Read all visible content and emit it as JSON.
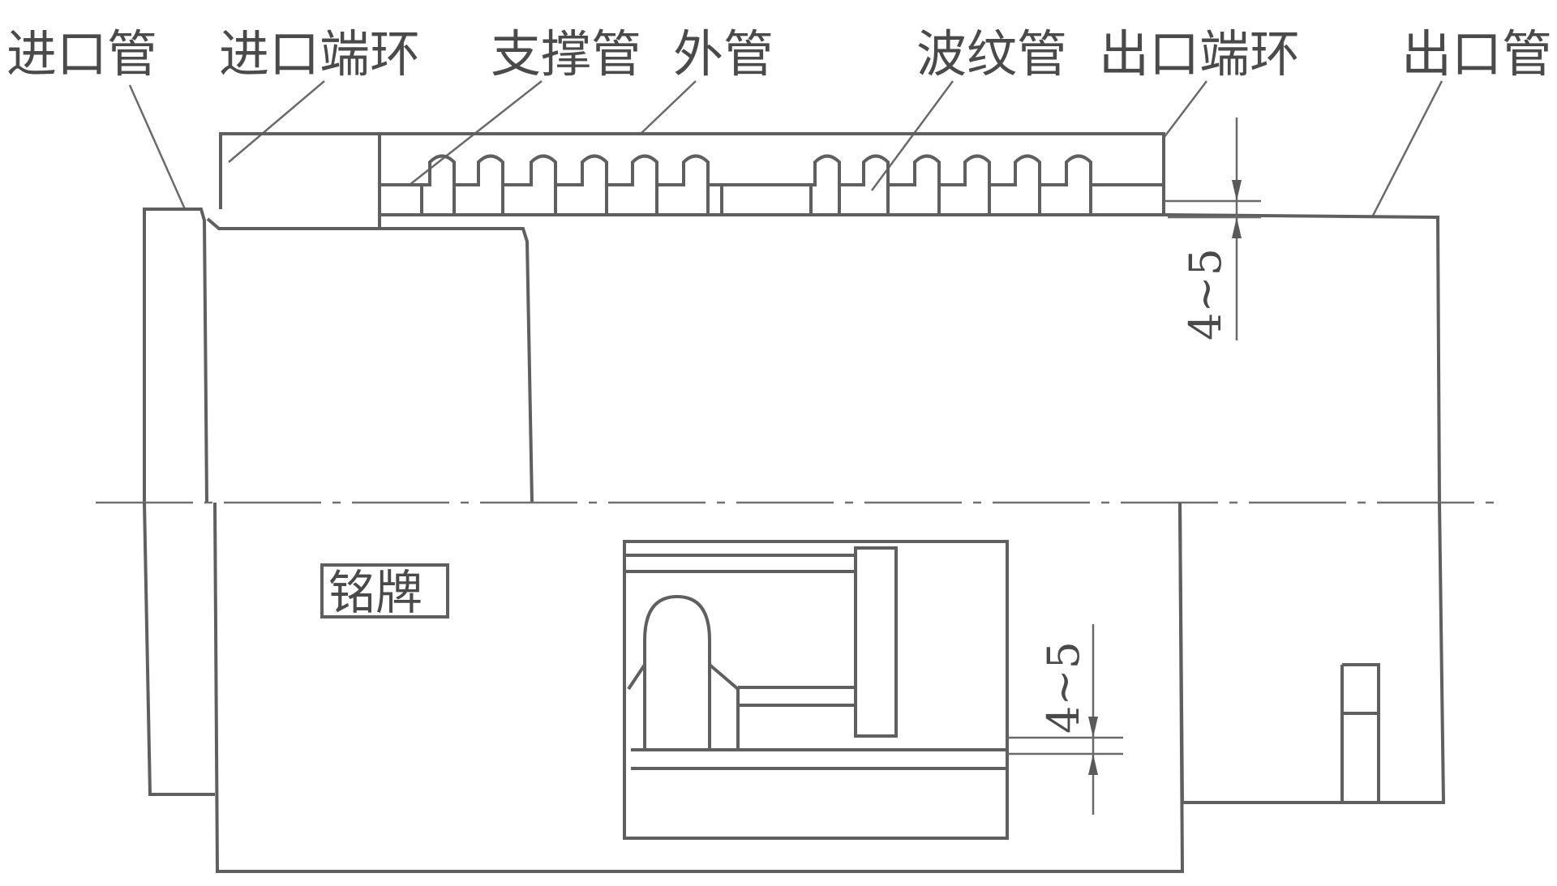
{
  "labels": {
    "inlet_pipe": "进口管",
    "inlet_end_ring": "进口端环",
    "support_pipe": "支撑管",
    "outer_pipe": "外管",
    "bellows": "波纹管",
    "outlet_end_ring": "出口端环",
    "outlet_pipe": "出口管"
  },
  "nameplate": "铭牌",
  "dimensions": {
    "gap_top": "4~5",
    "gap_bottom": "4~5"
  }
}
